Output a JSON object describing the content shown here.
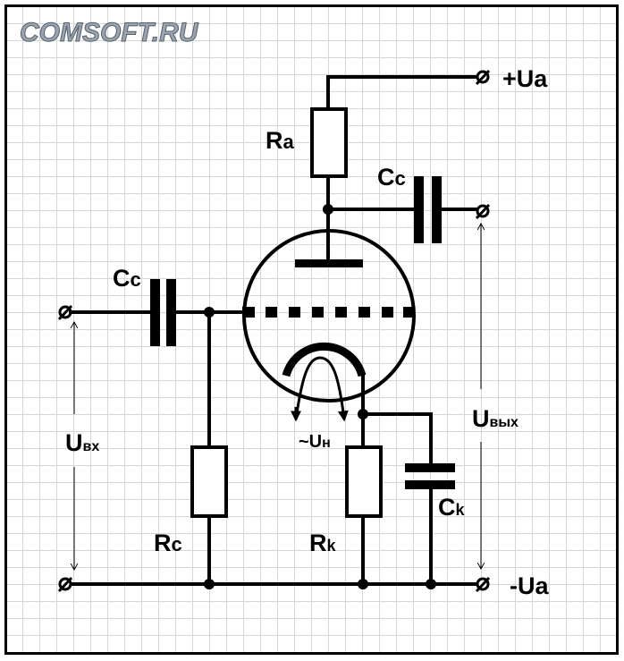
{
  "watermark": "COMSOFT.RU",
  "diagram": {
    "type": "triode common-cathode amplifier stage",
    "terminals": {
      "supply_positive": "+Ua",
      "supply_negative": "-Ua"
    },
    "components": {
      "anode_resistor": {
        "main": "R",
        "sub": "a"
      },
      "output_coupling_capacitor": {
        "main": "C",
        "sub": "c"
      },
      "input_coupling_capacitor": {
        "main": "C",
        "sub": "c"
      },
      "grid_resistor": {
        "main": "R",
        "sub": "c"
      },
      "cathode_resistor": {
        "main": "R",
        "sub": "k"
      },
      "cathode_capacitor": {
        "main": "C",
        "sub": "k"
      }
    },
    "voltages": {
      "input": {
        "main": "U",
        "sub": "вх"
      },
      "output": {
        "main": "U",
        "sub": "вых"
      },
      "heater": {
        "main": "~U",
        "sub": "н"
      }
    }
  }
}
